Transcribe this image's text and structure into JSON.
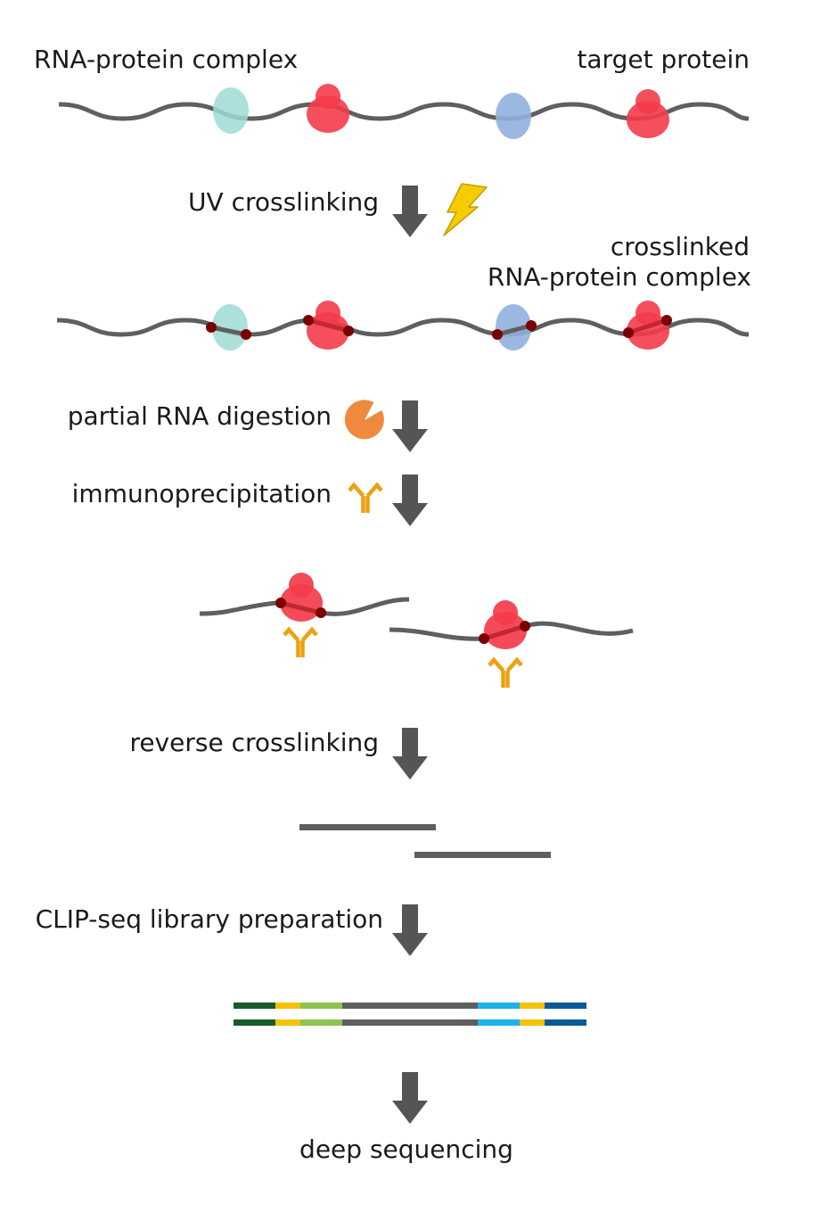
{
  "labels": {
    "rna_protein_complex": "RNA-protein complex",
    "target_protein": "target protein",
    "uv_crosslinking": "UV crosslinking",
    "crosslinked_line1": "crosslinked",
    "crosslinked_line2": "RNA-protein complex",
    "partial_digestion": "partial RNA digestion",
    "immunoprecipitation": "immunoprecipitation",
    "reverse_crosslinking": "reverse crosslinking",
    "library_prep": "CLIP-seq library preparation",
    "deep_sequencing": "deep sequencing"
  },
  "colors": {
    "rna": "#5f5f5f",
    "arrow": "#555555",
    "target_protein": "#f43b4a",
    "protein_cyan": "#9edbd5",
    "protein_blue": "#8fb0dd",
    "crosslink_dot": "#7a0000",
    "lightning": "#f5cc00",
    "nuclease": "#ee8a3d",
    "antibody": "#eda010",
    "adapter_dark_green": "#1a5a2a",
    "adapter_yellow": "#f5c20a",
    "adapter_light_green": "#8cc44e",
    "insert_gray": "#5f5f5f",
    "adapter_cyan": "#1ab3ea",
    "adapter_dark_blue": "#0b5a96"
  },
  "icons": [
    "lightning-bolt-icon",
    "nuclease-icon",
    "antibody-icon",
    "down-arrow-icon"
  ]
}
